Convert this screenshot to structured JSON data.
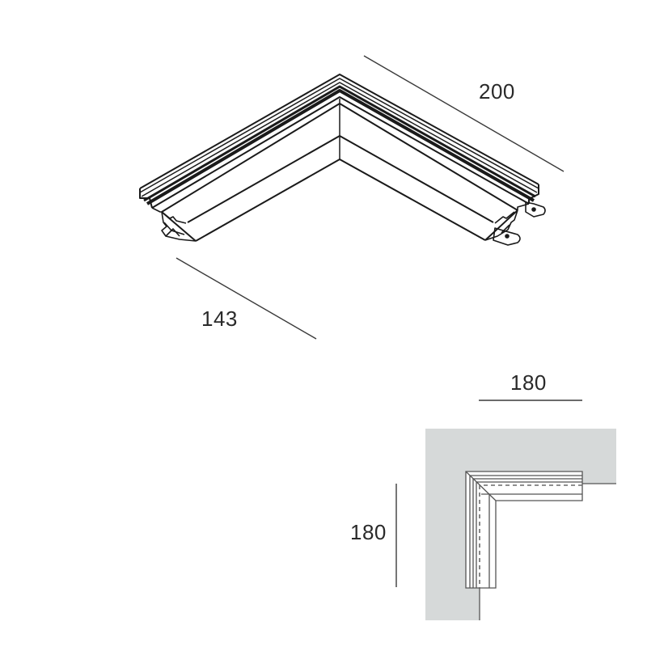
{
  "drawing": {
    "type": "technical-dimension-drawing",
    "subject": "L-shaped 90-degree corner profile",
    "isometric_view": {
      "dimensions": {
        "long_side": "200",
        "short_side": "143"
      }
    },
    "plan_view": {
      "dimensions": {
        "width": "180",
        "height": "180"
      },
      "background_color": "#d6d9d9"
    },
    "colors": {
      "line": "#1a1a1a",
      "dimension_line": "#3a3a3a",
      "text": "#2a2a2a",
      "plan_fill": "#d6d9d9",
      "dashed": "#6a6a6a"
    }
  }
}
